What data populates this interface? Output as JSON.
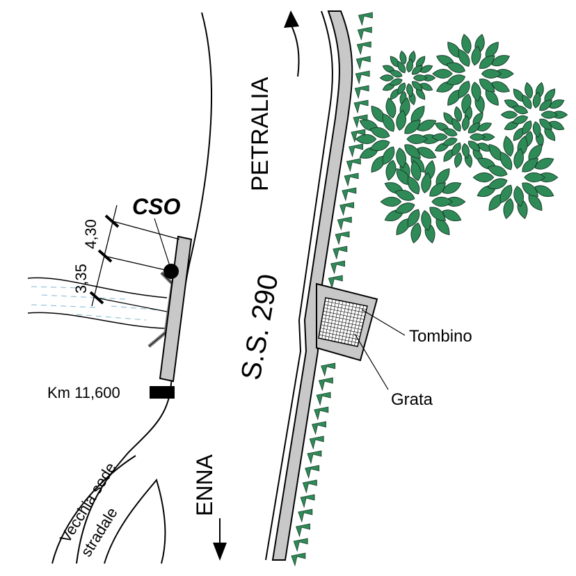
{
  "labels": {
    "cso": "CSO",
    "petralia": "PETRALIA",
    "road": "S.S. 290",
    "enna": "ENNA",
    "km": "Km 11,600",
    "tombino": "Tombino",
    "grata": "Grata",
    "vecchia_line1": "Vecchia sede",
    "vecchia_line2": "stradale",
    "dim_upper": "4,30",
    "dim_lower": "3,35"
  },
  "colors": {
    "tree_fill": "#2e8b57",
    "tree_stroke": "#1a3d2a",
    "water_dash": "#7fb8d4",
    "road_edge_fill": "#c8c8c8",
    "km_marker": "#000000"
  }
}
